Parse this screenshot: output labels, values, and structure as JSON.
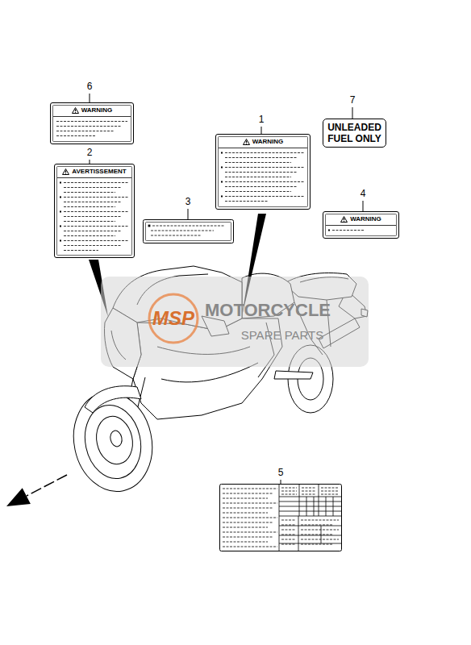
{
  "diagram": {
    "nodes": [
      {
        "text": [
          "WARNING"
        ]
      },
      {
        "text": [
          "UNLEADED FUEL ONLY"
        ]
      },
      {
        "text": [
          "WARNING"
        ]
      },
      {
        "text": [
          "AVERTISSEMENT"
        ]
      },
      {
        "text": [
          "WARNING"
        ]
      }
    ],
    "labels": [
      "6",
      "7",
      "1",
      "2",
      "3",
      "4",
      "MSP",
      "MOTORCYCLE",
      "SPARE PARTS",
      "5"
    ]
  }
}
